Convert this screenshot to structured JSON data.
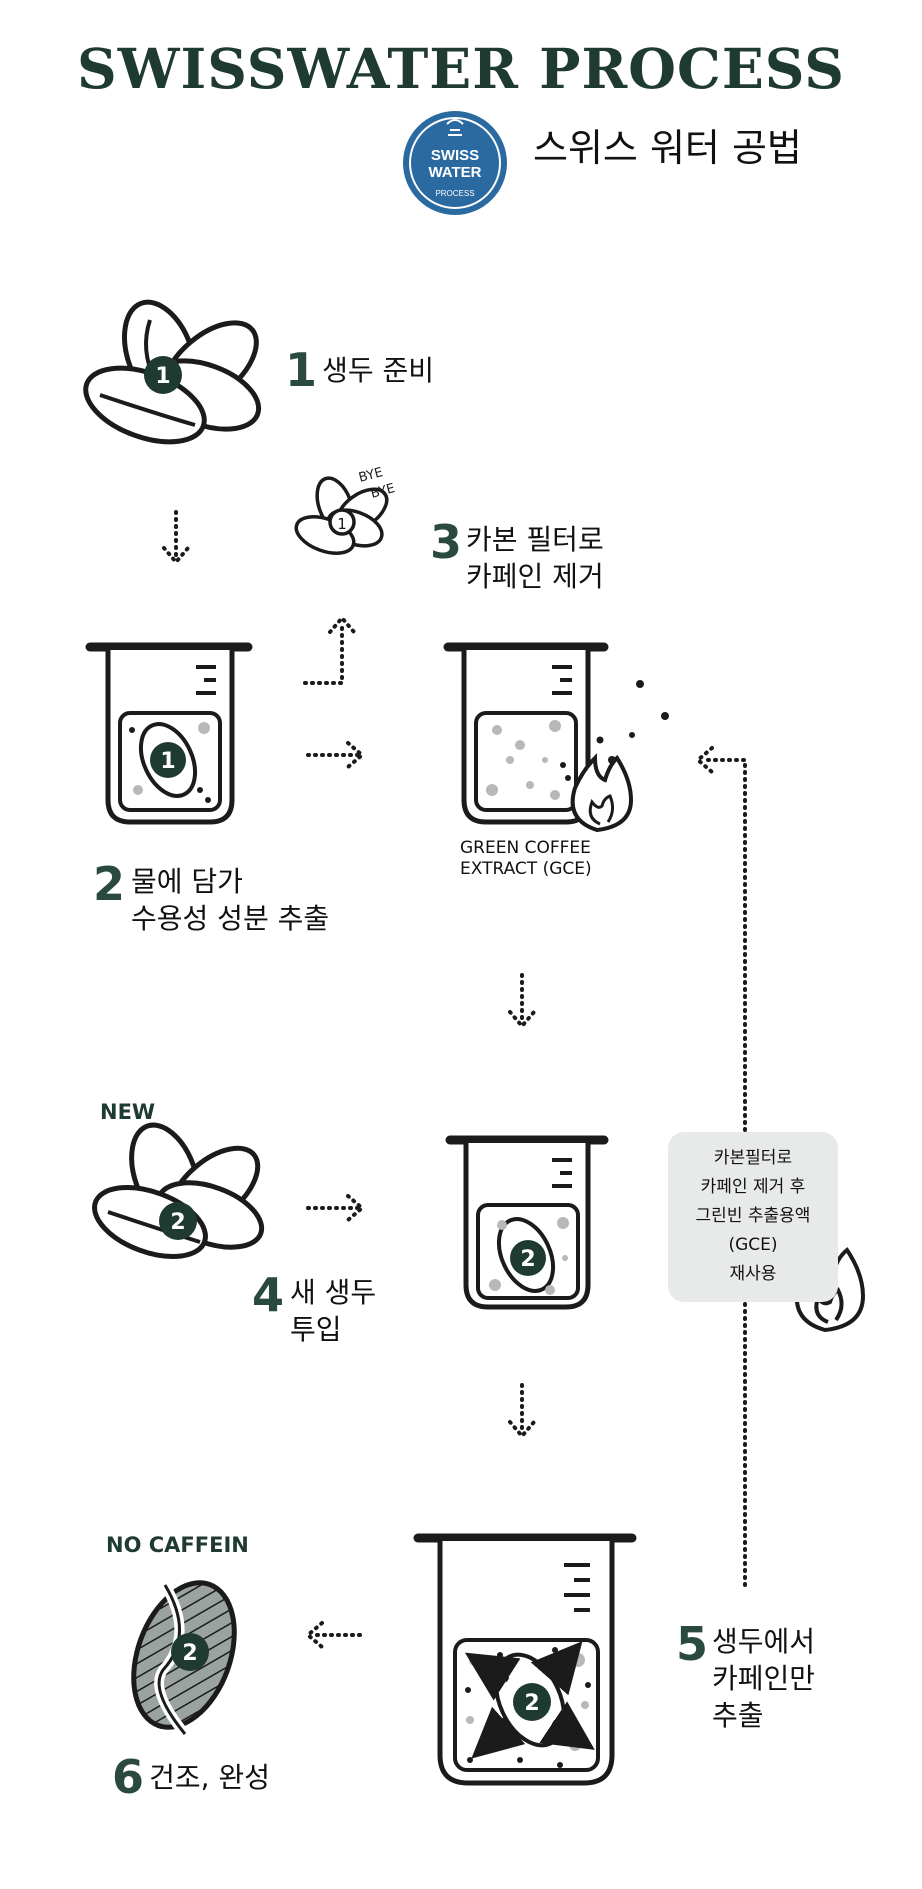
{
  "header": {
    "title": "SWISSWATER PROCESS",
    "subtitle": "스위스 워터 공법",
    "logo": {
      "line1": "SWISS",
      "line2": "WATER",
      "line3": "PROCESS"
    }
  },
  "steps": [
    {
      "number": "1",
      "line1": "생두 준비",
      "line2": ""
    },
    {
      "number": "2",
      "line1": "물에 담가",
      "line2": "수용성 성분 추출"
    },
    {
      "number": "3",
      "line1": "카본 필터로",
      "line2": "카페인 제거"
    },
    {
      "number": "4",
      "line1": "새 생두",
      "line2": "투입"
    },
    {
      "number": "5",
      "line1": "생두에서",
      "line2": "카페인만",
      "line3": "추출"
    },
    {
      "number": "6",
      "line1": "건조, 완성",
      "line2": ""
    }
  ],
  "labels": {
    "bye1": "BYE",
    "bye2": "BYE",
    "gce_line1": "GREEN COFFEE",
    "gce_line2": "EXTRACT (GCE)",
    "new": "NEW",
    "no_caffein": "NO CAFFEIN"
  },
  "note": {
    "lines": [
      "카본필터로",
      "카페인 제거 후",
      "그린빈 추출용액",
      "(GCE)",
      "재사용"
    ]
  },
  "bean_badges": {
    "first": "1",
    "second": "2"
  },
  "colors": {
    "accent": "#2b4a3e",
    "title": "#1f3b31",
    "logo": "#2a6aa0",
    "note_bg": "#e8eaea",
    "hatch": "#9aa39f"
  }
}
